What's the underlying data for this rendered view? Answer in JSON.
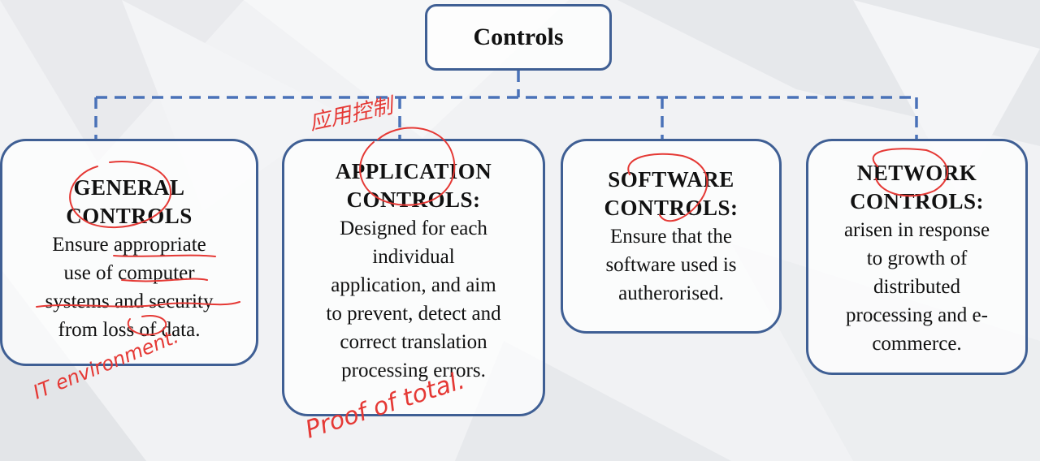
{
  "root": {
    "title": "Controls"
  },
  "children": [
    {
      "heading": "GENERAL CONTROLS",
      "heading_lines": [
        "GENERAL",
        "CONTROLS"
      ],
      "description_lines": [
        "Ensure appropriate",
        "use of computer",
        "systems and security",
        "from loss of data."
      ]
    },
    {
      "heading": "APPLICATION CONTROLS:",
      "heading_lines": [
        "APPLICATION",
        "CONTROLS:"
      ],
      "description_lines": [
        "Designed for each",
        "individual",
        "application, and aim",
        "to prevent, detect and",
        "correct translation",
        "processing errors."
      ]
    },
    {
      "heading": "SOFTWARE CONTROLS:",
      "heading_lines": [
        "SOFTWARE",
        "CONTROLS:"
      ],
      "description_lines": [
        "Ensure that the",
        "software used is",
        "autherorised."
      ]
    },
    {
      "heading": "NETWORK CONTROLS:",
      "heading_lines": [
        "NETWORK",
        "CONTROLS:"
      ],
      "description_lines": [
        "arisen in response",
        "to growth of",
        "distributed",
        "processing and e-",
        "commerce."
      ]
    }
  ],
  "annotations": {
    "app_chinese": "应用控制",
    "general_note": "IT environment.",
    "app_note": "Proof of total."
  },
  "colors": {
    "box_border": "#3f5f94",
    "connector": "#4a72b8",
    "annotation": "#e53935"
  }
}
